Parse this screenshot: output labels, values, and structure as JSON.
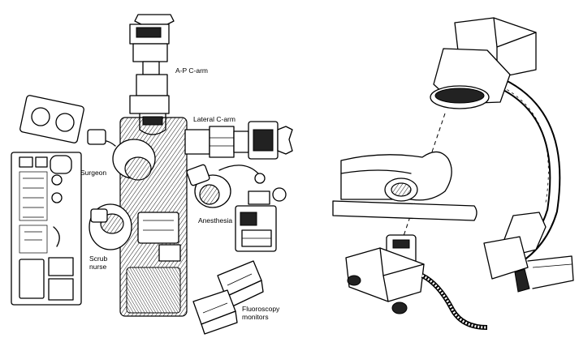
{
  "labels": {
    "ap_carm": "A-P C-arm",
    "lateral_carm": "Lateral C-arm",
    "surgeon": "Surgeon",
    "anesthesia": "Anesthesia",
    "scrub_line1": "Scrub",
    "scrub_line2": "nurse",
    "fluoro_line1": "Fluoroscopy",
    "fluoro_line2": "monitors"
  }
}
